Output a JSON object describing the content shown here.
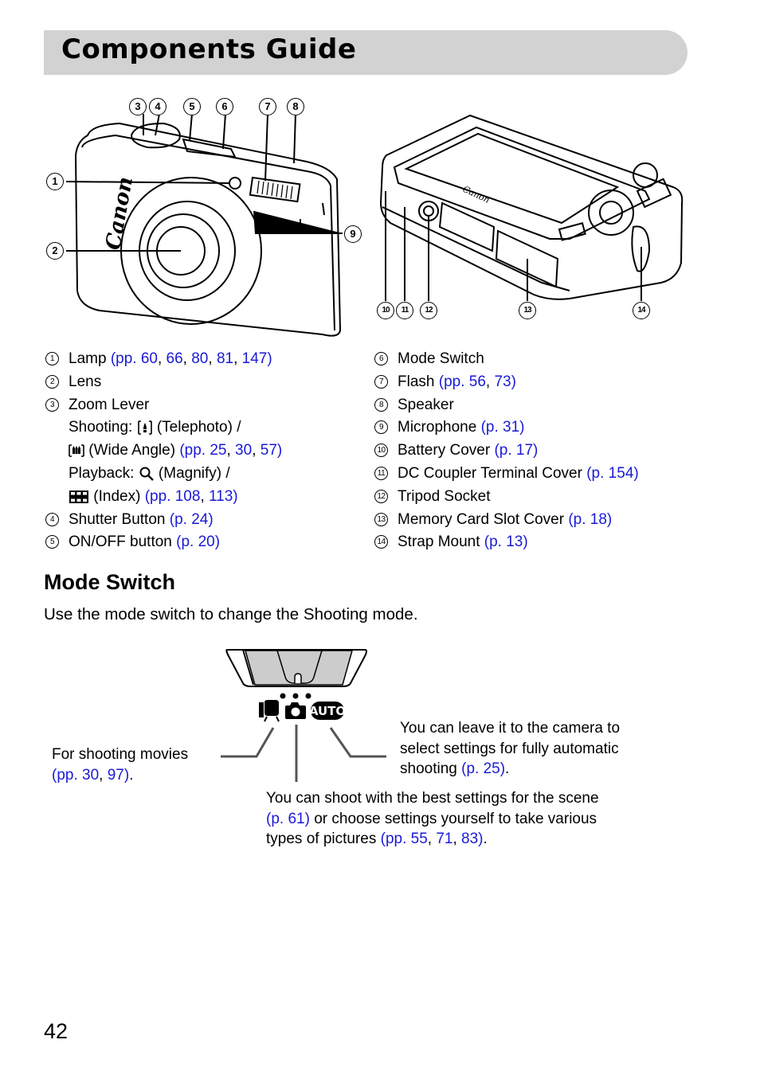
{
  "page_title": "Components Guide",
  "front_callouts": [
    "3",
    "4",
    "5",
    "6",
    "7",
    "8",
    "1",
    "9",
    "2"
  ],
  "back_callouts": [
    "10",
    "11",
    "12",
    "13",
    "14"
  ],
  "camera_brand": "Canon",
  "left_list": [
    {
      "num": "1",
      "label": "Lamp ",
      "refs": [
        "(pp. 60",
        ", ",
        "66",
        ", ",
        "80",
        ", ",
        "81",
        ", ",
        "147)"
      ]
    },
    {
      "num": "2",
      "label": "Lens",
      "refs": []
    },
    {
      "num": "3",
      "label": "Zoom Lever",
      "refs": []
    },
    {
      "sub": "Shooting: ",
      "icon": "telephoto-icon",
      "after": " (Telephoto) /"
    },
    {
      "sub": "",
      "icon": "wide-angle-icon",
      "after": " (Wide Angle) ",
      "refs": [
        "(pp. 25",
        ", ",
        "30",
        ", ",
        "57)"
      ]
    },
    {
      "sub": "Playback: ",
      "icon": "magnify-icon",
      "after": " (Magnify) /"
    },
    {
      "sub": "",
      "icon": "index-icon",
      "after": " (Index) ",
      "refs": [
        "(pp. 108",
        ", ",
        "113)"
      ]
    },
    {
      "num": "4",
      "label": "Shutter Button ",
      "refs": [
        "(p. 24)"
      ]
    },
    {
      "num": "5",
      "label": "ON/OFF button ",
      "refs": [
        "(p. 20)"
      ]
    }
  ],
  "right_list": [
    {
      "num": "6",
      "label": "Mode Switch",
      "refs": []
    },
    {
      "num": "7",
      "label": "Flash ",
      "refs": [
        "(pp. 56",
        ", ",
        "73)"
      ]
    },
    {
      "num": "8",
      "label": "Speaker",
      "refs": []
    },
    {
      "num": "9",
      "label": "Microphone ",
      "refs": [
        "(p. 31)"
      ]
    },
    {
      "num": "10",
      "label": "Battery Cover ",
      "refs": [
        "(p. 17)"
      ]
    },
    {
      "num": "11",
      "label": "DC Coupler Terminal Cover ",
      "refs": [
        "(p. 154)"
      ]
    },
    {
      "num": "12",
      "label": "Tripod Socket",
      "refs": []
    },
    {
      "num": "13",
      "label": "Memory Card Slot Cover ",
      "refs": [
        "(p. 18)"
      ]
    },
    {
      "num": "14",
      "label": "Strap Mount ",
      "refs": [
        "(p. 13)"
      ]
    }
  ],
  "mode_switch": {
    "heading": "Mode Switch",
    "intro": "Use the mode switch to change the Shooting mode.",
    "auto_label": "AUTO",
    "movies_note": {
      "text": "For shooting movies",
      "refs": [
        "(pp. 30",
        ", ",
        "97)",
        "."
      ]
    },
    "auto_note": {
      "lines": [
        "You can leave it to the camera to",
        "select settings for fully automatic",
        "shooting "
      ],
      "refs": [
        "(p. 25)",
        "."
      ]
    },
    "scene_note": {
      "line1": "You can shoot with the best settings for the scene",
      "ref1": "(p. 61)",
      "line2_after": " or choose settings yourself to take various",
      "line3": "types of pictures ",
      "refs": [
        "(pp. 55",
        ", ",
        "71",
        ", ",
        "83)",
        "."
      ]
    }
  },
  "page_number": "42",
  "colors": {
    "link": "#1a1ad6",
    "title_bar": "#d2d2d2"
  }
}
